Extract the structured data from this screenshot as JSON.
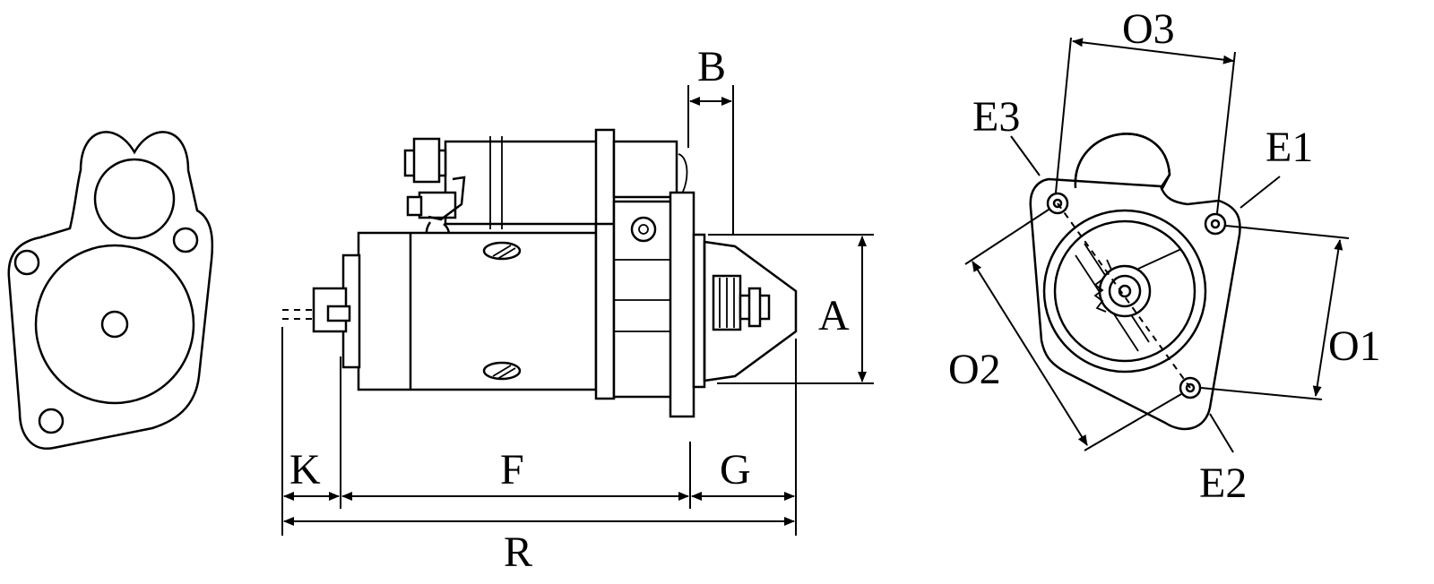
{
  "labels": {
    "A": "A",
    "B": "B",
    "F": "F",
    "G": "G",
    "K": "K",
    "R": "R",
    "O1": "O1",
    "O2": "O2",
    "O3": "O3",
    "E1": "E1",
    "E2": "E2",
    "E3": "E3"
  }
}
